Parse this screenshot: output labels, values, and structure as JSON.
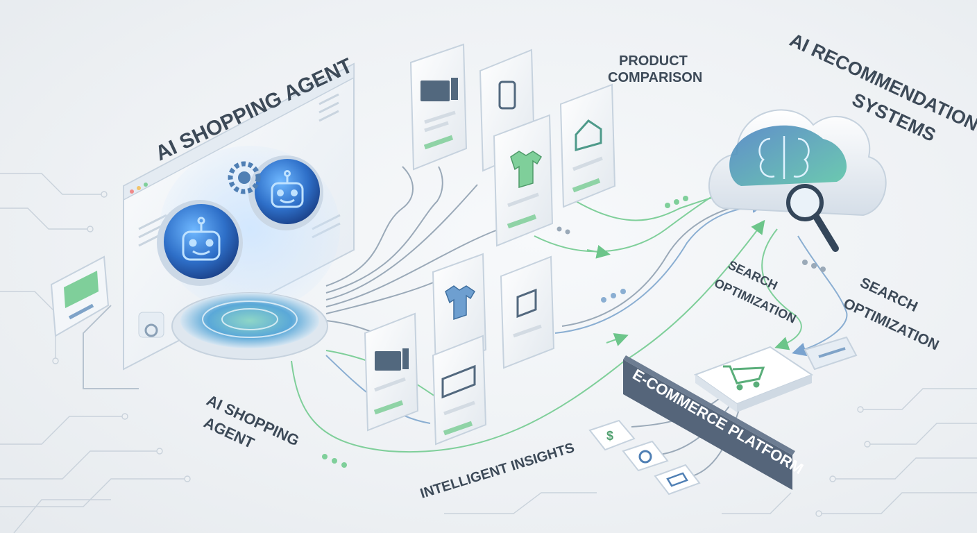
{
  "labels": {
    "agent_title": "AI SHOPPING AGENT",
    "agent_caption": [
      "AI SHOPPING",
      "AGENT"
    ],
    "product_comparison": [
      "PRODUCT",
      "COMPARISON"
    ],
    "recommendation": [
      "AI RECOMMENDATION",
      "SYSTEMS"
    ],
    "search_opt_left": [
      "SEARCH",
      "OPTIMIZATION"
    ],
    "search_opt_right": [
      "SEARCH",
      "OPTIMIZATION"
    ],
    "platform": "E-COMMERCE PLATFORM",
    "insights": "INTELLIGENT INSIGHTS",
    "dollar_symbol": "$"
  },
  "colors": {
    "green_flow": "#7fcf9a",
    "blue_flow": "#8aaed2",
    "gray_flow": "#9aa9b8",
    "robot_glow": "#2f7de0",
    "text": "#3d4a58"
  },
  "product_cards": [
    {
      "icon": "monitor-icon"
    },
    {
      "icon": "phone-icon"
    },
    {
      "icon": "tshirt-icon"
    },
    {
      "icon": "house-icon"
    },
    {
      "icon": "tshirt-icon"
    },
    {
      "icon": "armchair-icon"
    },
    {
      "icon": "monitor-icon"
    },
    {
      "icon": "sofa-icon"
    }
  ]
}
